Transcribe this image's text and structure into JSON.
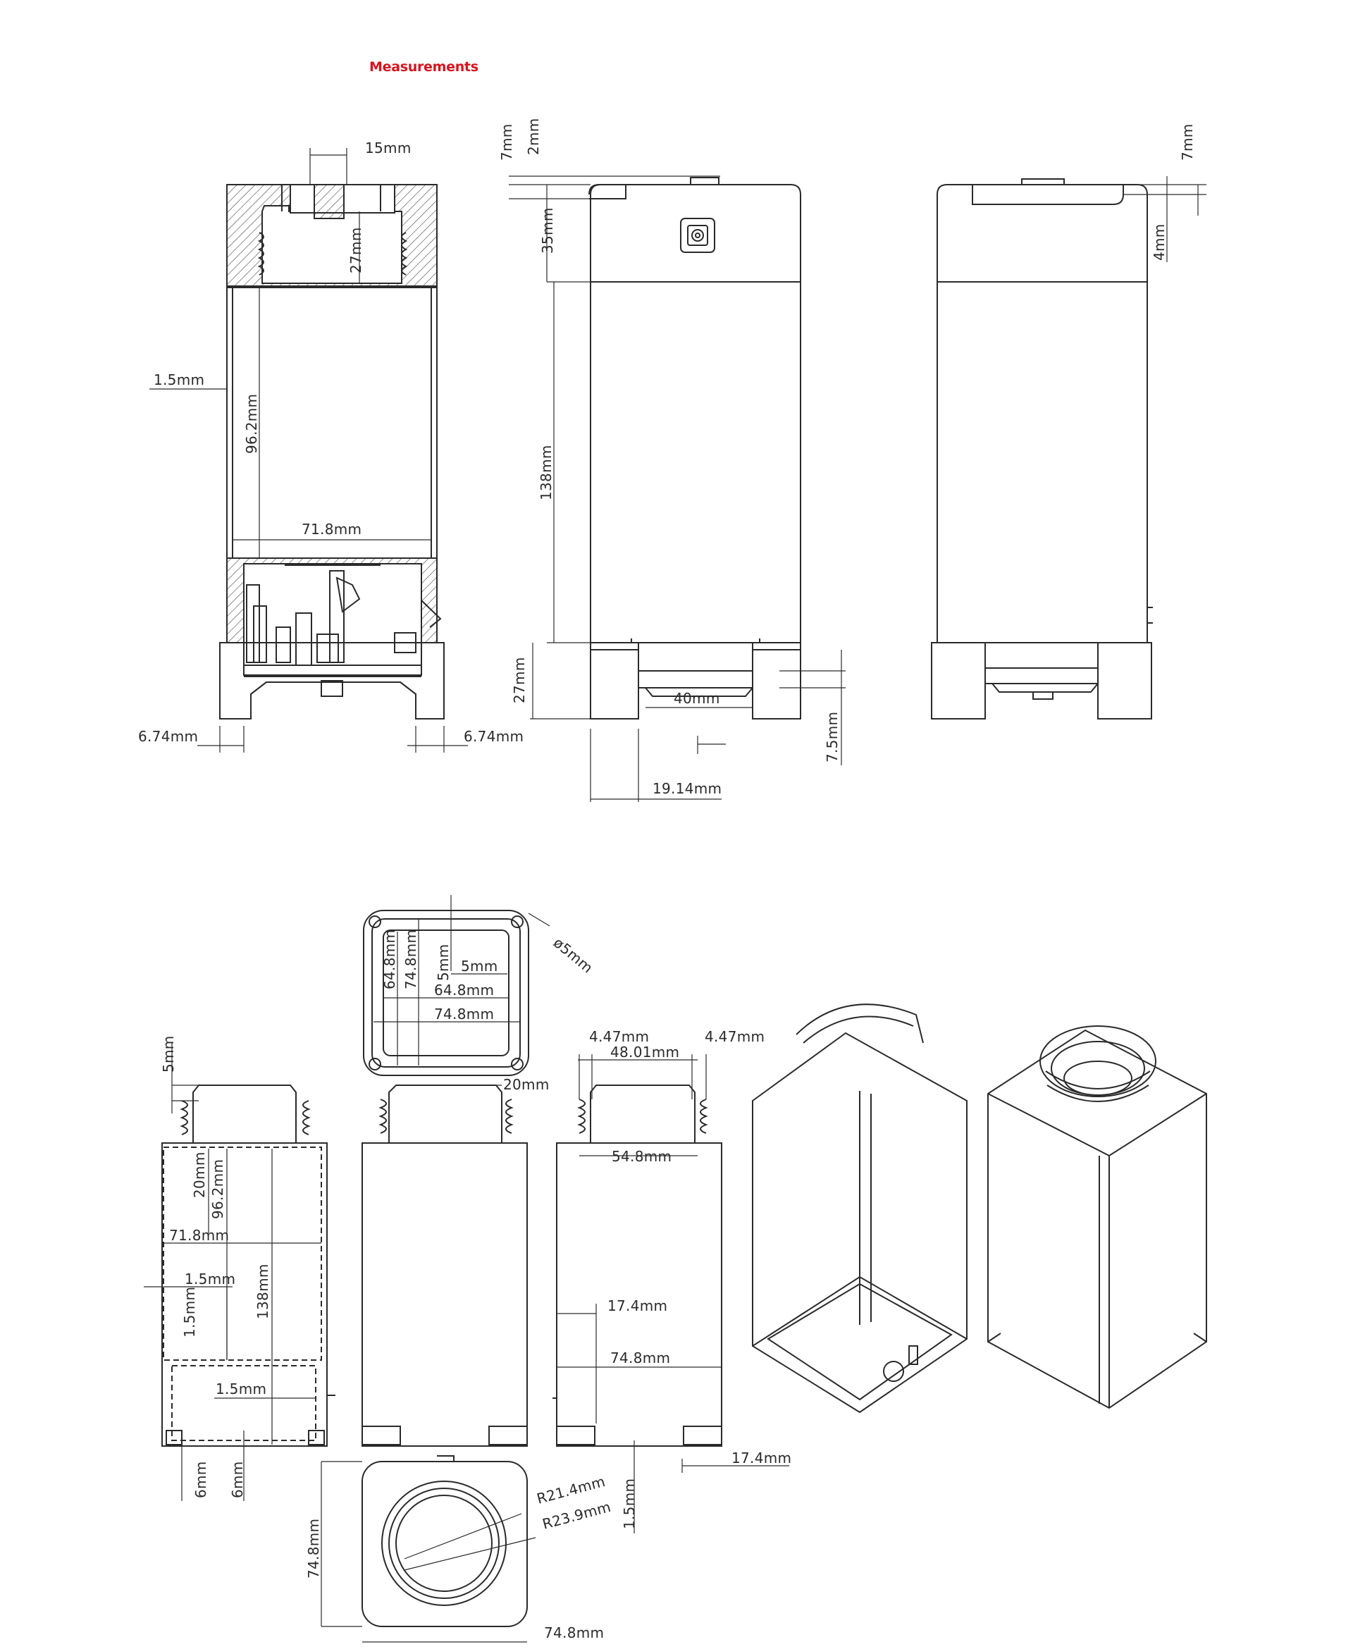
{
  "heading": "Measurements",
  "colors": {
    "heading": "#d6141e",
    "line": "#2a2a2a",
    "background": "#ffffff"
  },
  "labels": {
    "top_section": {
      "screw_width": "15mm",
      "thread_depth": "27mm",
      "wall": "1.5mm",
      "inner_height": "96.2mm",
      "inner_width": "71.8mm",
      "foot_left": "6.74mm",
      "foot_right": "6.74mm",
      "lid_gap": "7mm",
      "lid_lip": "2mm",
      "cap_height": "35mm",
      "body_height": "138mm",
      "base_height": "27mm",
      "base_span": "40mm",
      "foot_width": "19.14mm",
      "base_clearance": "7.5mm",
      "side_gap": "7mm",
      "side_lip": "4mm"
    },
    "bottom_section": {
      "fillet_diameter": "ø5mm",
      "inner_square_v": "64.8mm",
      "outer_square_v": "74.8mm",
      "corner_offset_v": "5mm",
      "corner_offset_h": "5mm",
      "inner_square_h": "64.8mm",
      "outer_square_h": "74.8mm",
      "neck_height": "5mm",
      "neck_offset": "20mm",
      "rib_left": "4.47mm",
      "rib_right": "4.47mm",
      "neck_width": "48.01mm",
      "shoulder_width": "54.8mm",
      "thread_zone": "20mm",
      "inner_height": "96.2mm",
      "inner_width": "71.8mm",
      "wall_h": "1.5mm",
      "wall_v": "1.5mm",
      "total_height": "138mm",
      "floor_wall": "1.5mm",
      "foot_height_left": "6mm",
      "foot_height_right": "6mm",
      "side_offset": "17.4mm",
      "side_width": "74.8mm",
      "side_bottom": "17.4mm",
      "base_height": "74.8mm",
      "base_width": "74.8mm",
      "outer_radius": "R21.4mm",
      "inner_radius": "R23.9mm",
      "base_wall": "1.5mm"
    }
  }
}
